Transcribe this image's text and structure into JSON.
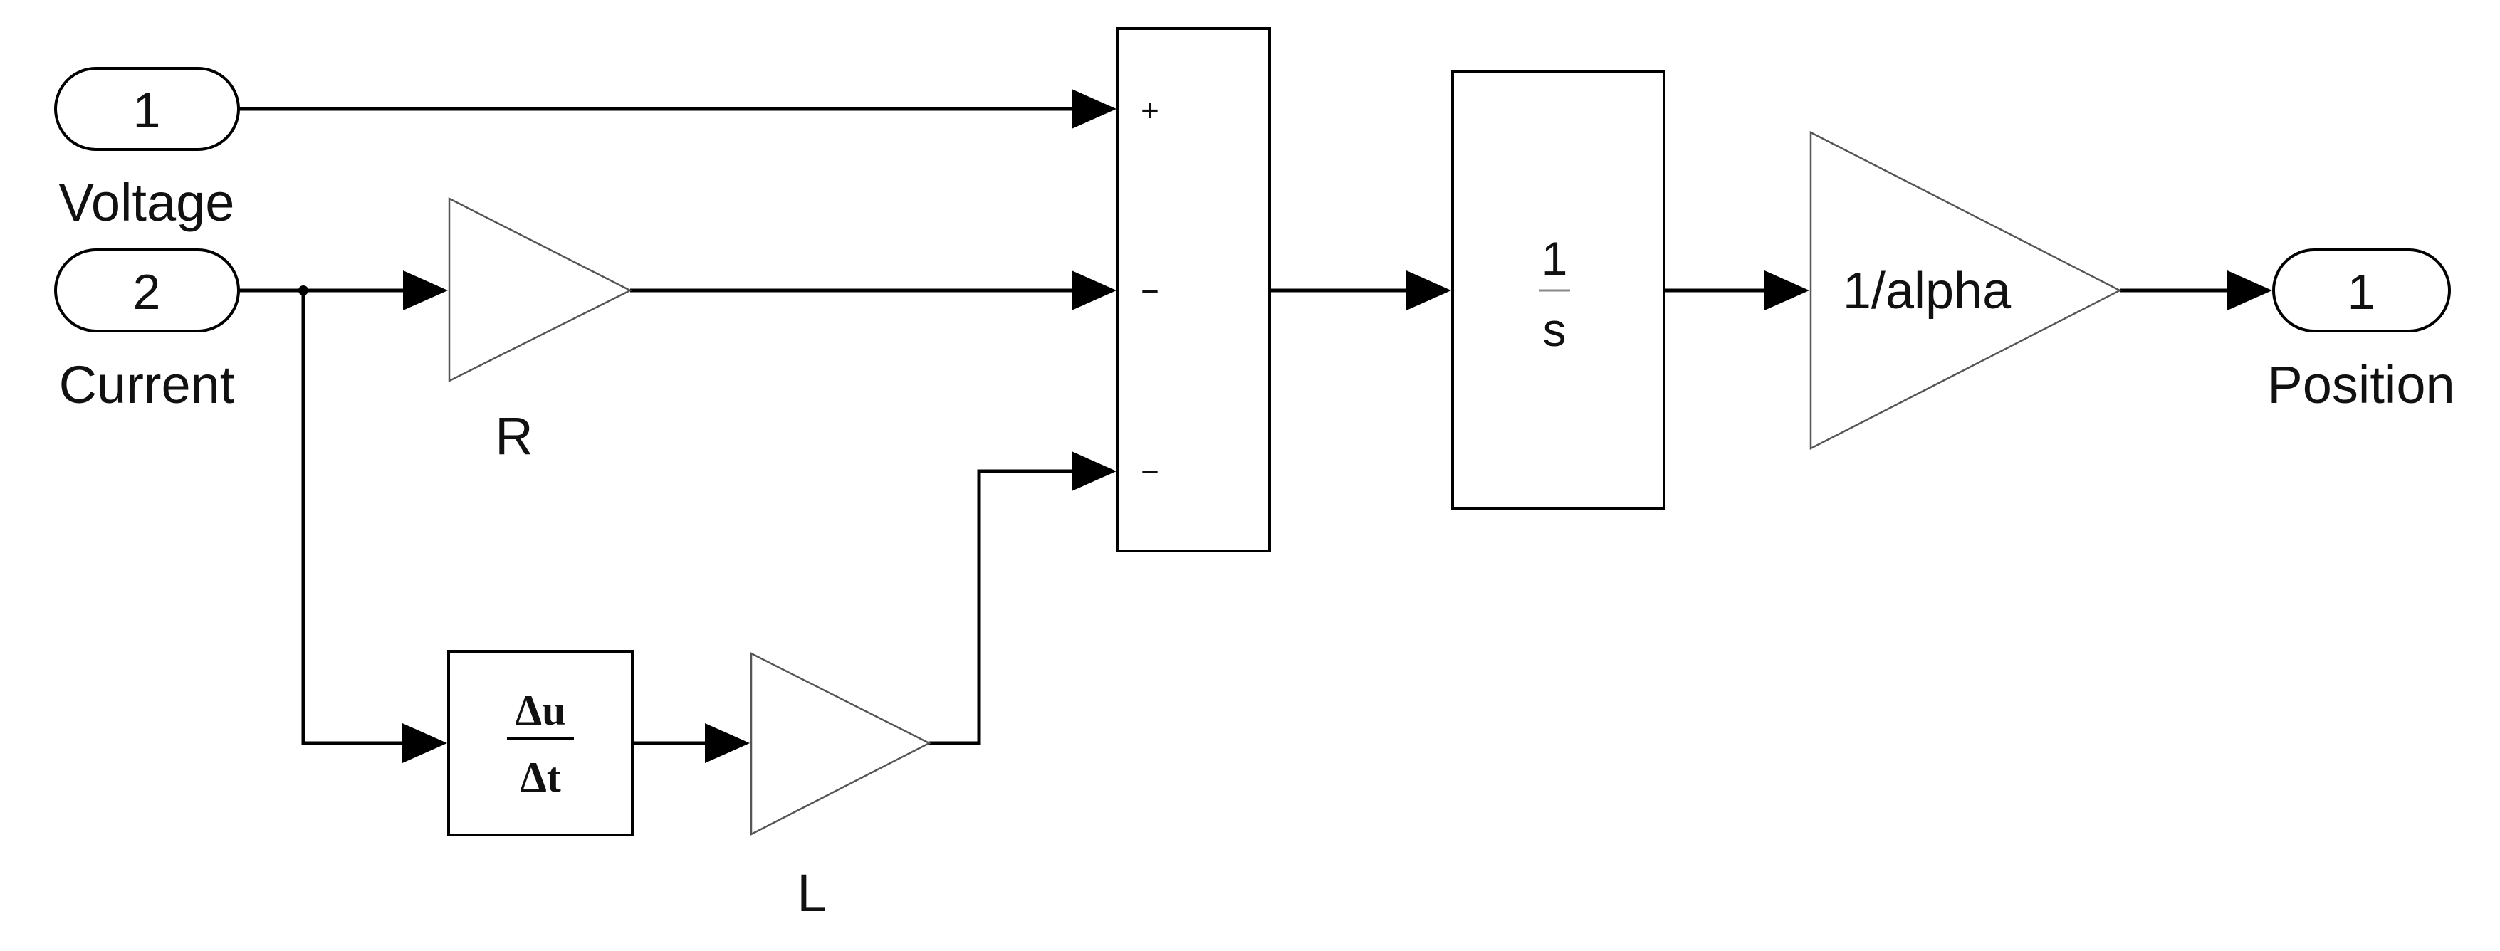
{
  "inports": [
    {
      "number": "1",
      "name": "Voltage"
    },
    {
      "number": "2",
      "name": "Current"
    }
  ],
  "outports": [
    {
      "number": "1",
      "name": "Position"
    }
  ],
  "gain_r": {
    "label": "R"
  },
  "gain_l": {
    "label": "L"
  },
  "gain_out": {
    "text": "1/alpha"
  },
  "derivative": {
    "numerator": "Δu",
    "denominator": "Δt"
  },
  "sum": {
    "signs": [
      "+",
      "−",
      "−"
    ]
  },
  "integrator": {
    "numerator": "1",
    "denominator": "s"
  }
}
